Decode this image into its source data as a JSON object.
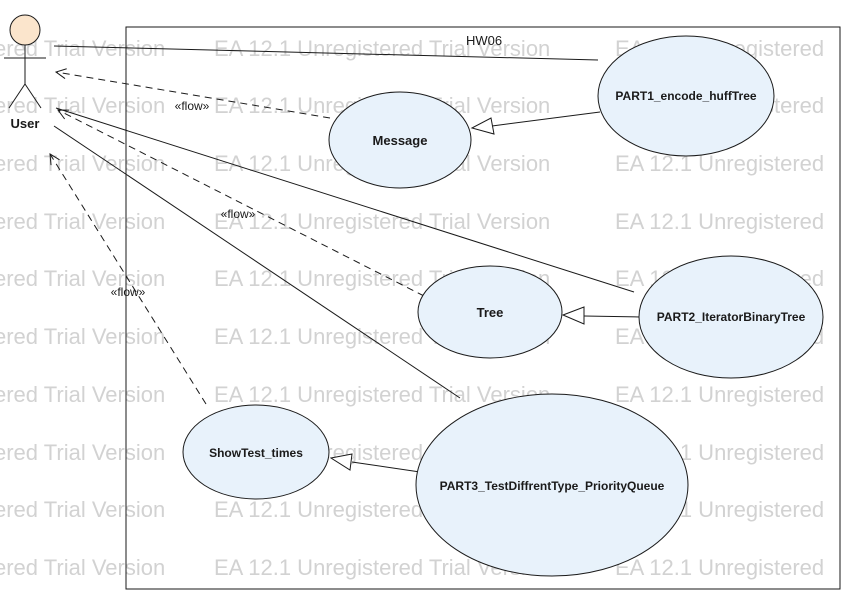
{
  "diagram": {
    "boundary_title": "HW06",
    "actor": {
      "label": "User"
    },
    "use_cases": {
      "message": "Message",
      "tree": "Tree",
      "show_test": "ShowTest_times",
      "part1": "PART1_encode_huffTree",
      "part2": "PART2_IteratorBinaryTree",
      "part3": "PART3_TestDiffrentType_PriorityQueue"
    },
    "flow_labels": {
      "message": "«flow»",
      "tree": "«flow»",
      "show_test": "«flow»"
    }
  },
  "watermark": {
    "left_text": "ered Trial Version",
    "mid_text": "EA 12.1 Unregistered Trial Version",
    "right_text": "EA 12.1 Unregistered"
  },
  "colors": {
    "usecase_fill": "#e8f2fb",
    "actor_fill": "#fbe5cc",
    "line": "#1a1a1a",
    "watermark": "#d2d2d2"
  }
}
